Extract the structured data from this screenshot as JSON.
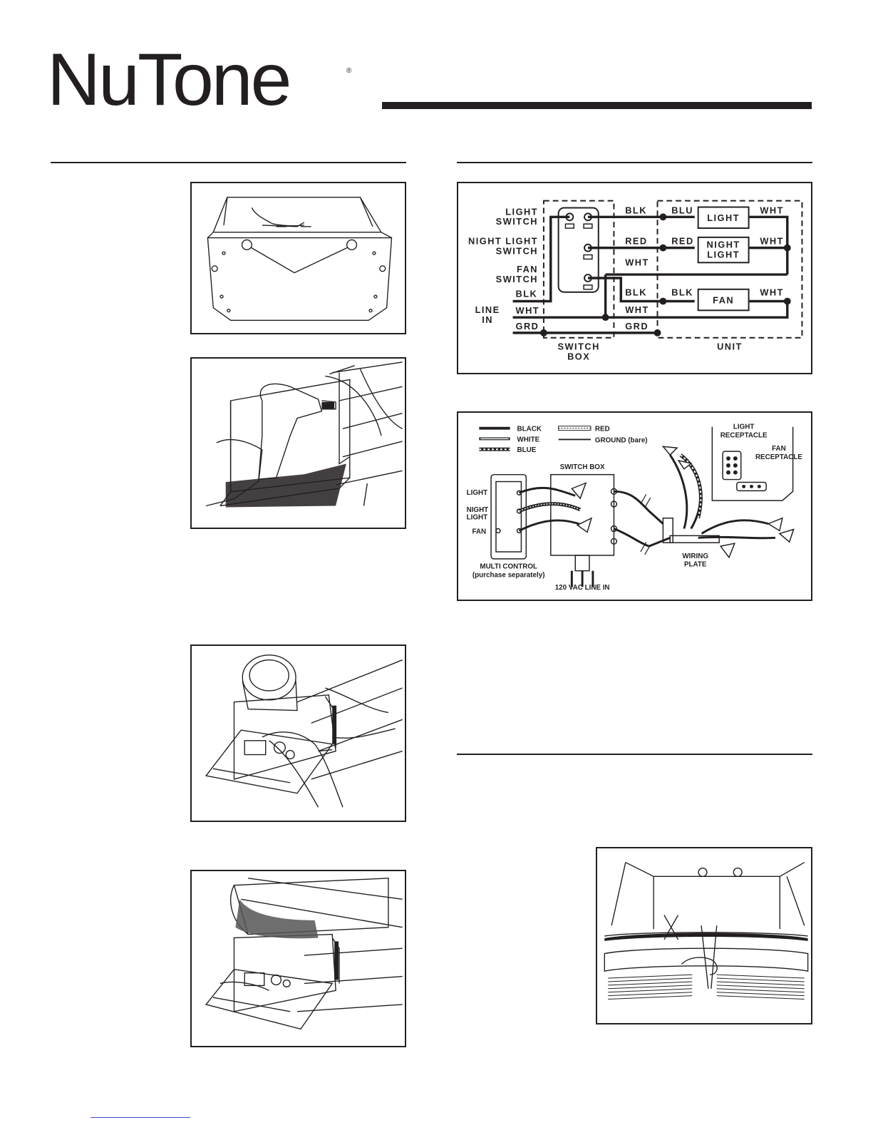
{
  "brand": {
    "name": "NuTone",
    "registered": "®"
  },
  "schematic": {
    "switches": [
      "LIGHT",
      "SWITCH",
      "NIGHT LIGHT",
      "SWITCH",
      "FAN",
      "SWITCH"
    ],
    "line_in": [
      "LINE",
      "IN"
    ],
    "wire_labels": {
      "blk": "BLK",
      "red": "RED",
      "wht": "WHT",
      "grd": "GRD",
      "blu": "BLU"
    },
    "loads": {
      "light": "LIGHT",
      "night_light_1": "NIGHT",
      "night_light_2": "LIGHT",
      "fan": "FAN"
    },
    "groups": {
      "switch_box_1": "SWITCH",
      "switch_box_2": "BOX",
      "unit": "UNIT"
    }
  },
  "pictorial": {
    "legend": {
      "black": "BLACK",
      "white": "WHITE",
      "blue": "BLUE",
      "red": "RED",
      "ground": "GROUND (bare)"
    },
    "labels": {
      "switch_box": "SWITCH BOX",
      "light": "LIGHT",
      "night_light_1": "NIGHT",
      "night_light_2": "LIGHT",
      "fan": "FAN",
      "multi_control": "MULTI CONTROL",
      "purchase_separately": "(purchase separately)",
      "line_in": "120 VAC LINE IN",
      "light_receptacle_1": "LIGHT",
      "light_receptacle_2": "RECEPTACLE",
      "fan_receptacle_1": "FAN",
      "fan_receptacle_2": "RECEPTACLE",
      "wiring_plate_1": "WIRING",
      "wiring_plate_2": "PLATE"
    }
  }
}
